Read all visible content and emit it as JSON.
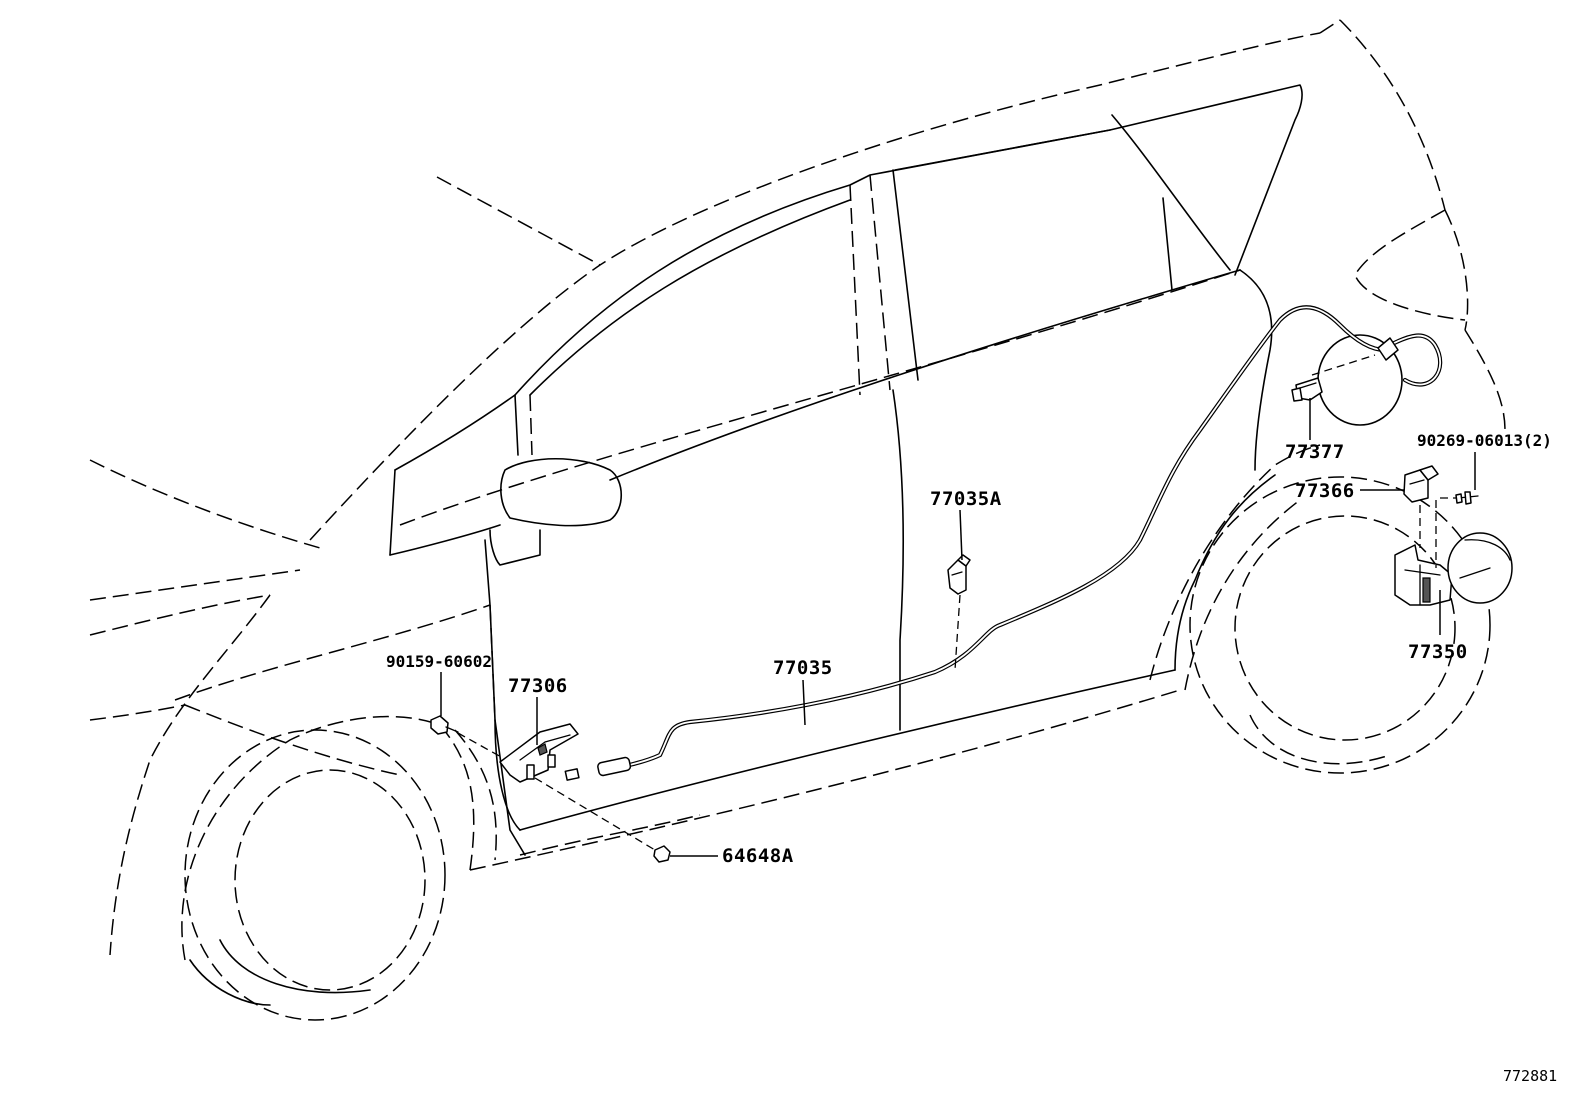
{
  "diagram": {
    "drawing_code": "772881",
    "callouts": [
      {
        "id": "90159-60602",
        "text": "90159-60602"
      },
      {
        "id": "77306",
        "text": "77306"
      },
      {
        "id": "77035",
        "text": "77035"
      },
      {
        "id": "77035A",
        "text": "77035A"
      },
      {
        "id": "64648A",
        "text": "64648A"
      },
      {
        "id": "77377",
        "text": "77377"
      },
      {
        "id": "77366",
        "text": "77366"
      },
      {
        "id": "90269-06013",
        "text": "90269-06013(2)"
      },
      {
        "id": "77350",
        "text": "77350"
      }
    ]
  }
}
